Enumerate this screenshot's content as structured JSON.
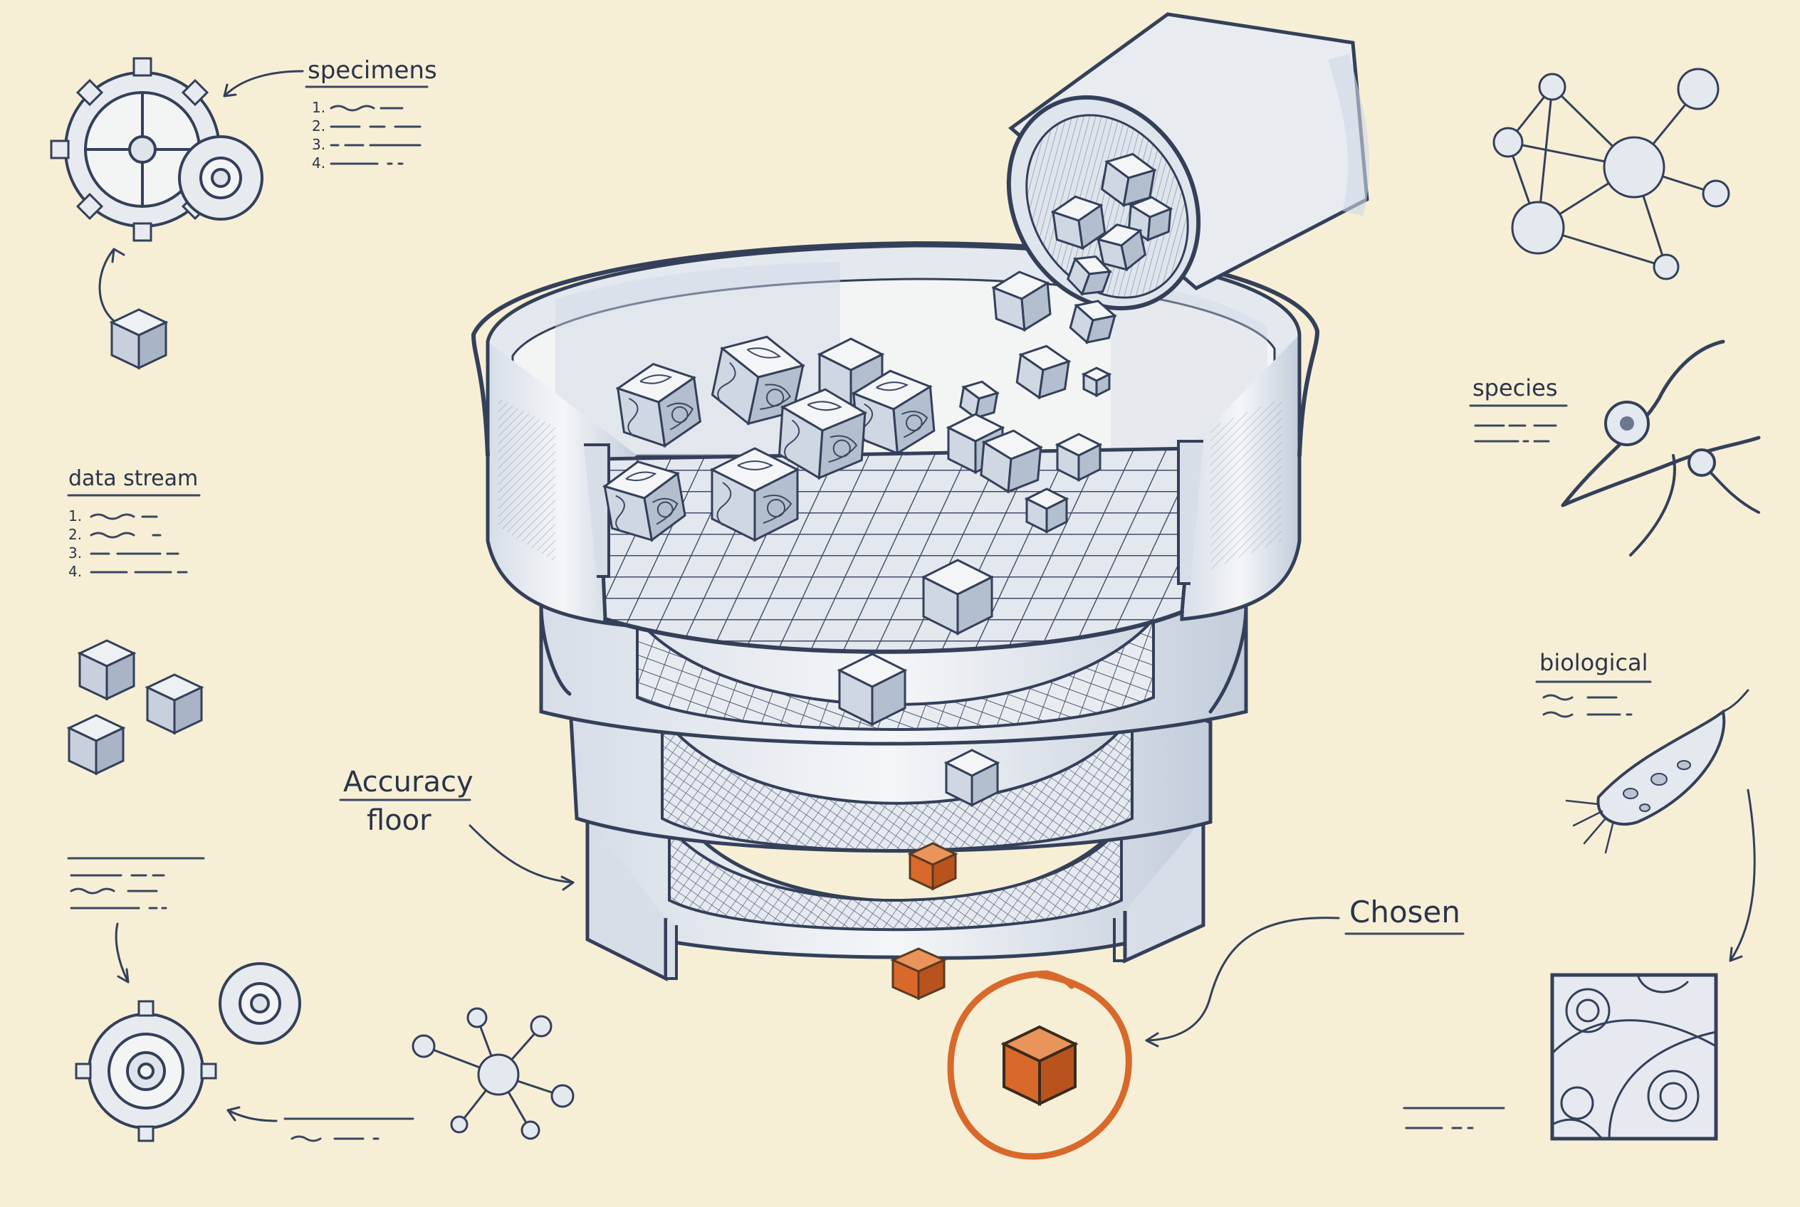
{
  "labels": {
    "specimens": "specimens",
    "data_stream": "data stream",
    "species": "species",
    "biological": "biological",
    "accuracy_line1": "Accuracy",
    "accuracy_line2": "floor",
    "chosen": "Chosen"
  },
  "list_numbers": [
    "1.",
    "2.",
    "3.",
    "4."
  ],
  "colors": {
    "paper": "#f6efd6",
    "ink": "#34405a",
    "wash": "#cfd8e4",
    "chosen_orange": "#d9692a",
    "cube_light": "#eef1f4"
  }
}
